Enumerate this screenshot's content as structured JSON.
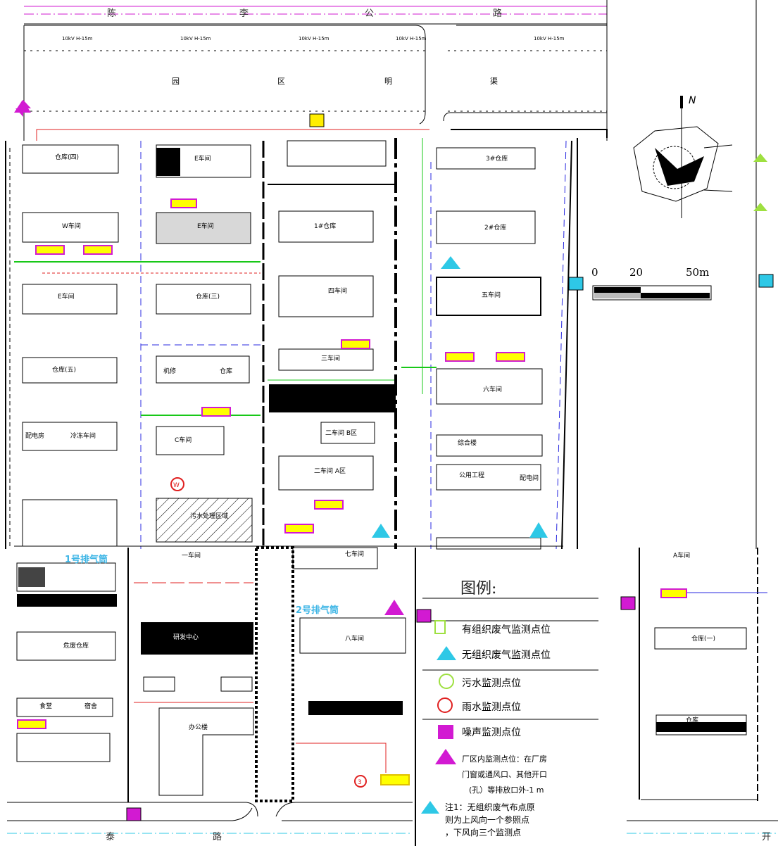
{
  "roads": {
    "top": [
      "陈",
      "李",
      "公",
      "路"
    ],
    "bottom_left": [
      "泰",
      "路"
    ],
    "bottom_right": "开"
  },
  "canal": [
    "园",
    "区",
    "明",
    "渠"
  ],
  "line_labels": [
    "10kV H-15m",
    "10kV H-15m",
    "10kV H-15m",
    "10kV H-15m",
    "10kV H-15m"
  ],
  "north": "N",
  "scale": {
    "zero": "0",
    "mid": "20",
    "end": "50m"
  },
  "buildings": {
    "b1": "仓库(四)",
    "b2": "E车间",
    "b3": "W车间",
    "b4": "E车间",
    "b5": "E车间",
    "b6": "仓库(三)",
    "b7": "仓库(五)",
    "b8": "机修",
    "b9": "仓库",
    "b10": "配电房",
    "b11": "冷冻车间",
    "b12": "C车间",
    "b13": "污水处理区域",
    "b14": "3#仓库",
    "b15": "1#仓库",
    "b16": "2#仓库",
    "b17": "四车间",
    "b18": "五车间",
    "b19": "三车间",
    "b20": "六车间",
    "b21": "二车间 B区",
    "b22": "二车间 A区",
    "b23": "综合楼",
    "b24": "公用工程",
    "b25": "配电间",
    "b26": "七车间",
    "b27": "八车间",
    "b28": "研发中心",
    "b29": "危废仓库",
    "b30": "食堂",
    "b31": "宿舍",
    "b32": "办公楼",
    "b33": "A车间",
    "b34": "仓库(一)",
    "b35": "仓库",
    "b36": "一车间"
  },
  "stacks": [
    "1号排气筒",
    "2号排气筒"
  ],
  "legend": {
    "title": "图例:",
    "items": [
      "有组织废气监测点位",
      "无组织废气监测点位",
      "污水监测点位",
      "雨水监测点位",
      "噪声监测点位",
      "厂区内监测点位：在厂房"
    ],
    "note_lines": [
      "门窗或通风口、其他开口",
      "(孔）等排放口外-1 m"
    ],
    "footnote": [
      "注1：无组织废气布点原",
      "则为上风向一个参照点",
      "，下风向三个监测点"
    ]
  },
  "colors": {
    "magenta": "#d21ad2",
    "cyan": "#2ec8e6",
    "yellow": "#ffee00",
    "lime": "#9ee040",
    "red": "#e02020",
    "green": "#18c818",
    "blue": "#2828e0"
  }
}
